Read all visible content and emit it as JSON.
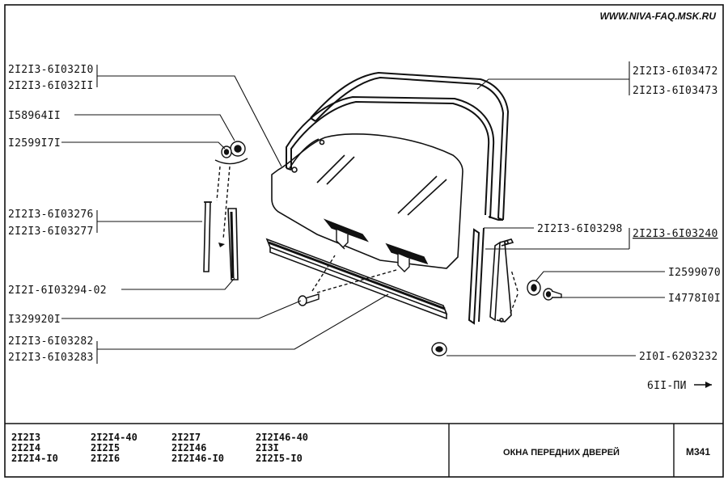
{
  "header": {
    "site": "WWW.NIVA-FAQ.MSK.RU"
  },
  "parts": {
    "glass_a": "2I2I3-6I032I0",
    "glass_b": "2I2I3-6I032II",
    "nut": "I58964II",
    "washer": "I2599I7I",
    "guide_a": "2I2I3-6I03276",
    "guide_b": "2I2I3-6I03277",
    "guide_seal": "2I2I-6I03294-02",
    "bolt": "I329920I",
    "channel_a": "2I2I3-6I03282",
    "channel_b": "2I2I3-6I03283",
    "seal_a": "2I2I3-6I03472",
    "seal_b": "2I2I3-6I03473",
    "rear_guide": "2I2I3-6I03298",
    "rear_assembly": "2I2I3-6I03240",
    "rear_washer": "I2599070",
    "rear_bolt": "I4778I0I",
    "plug": "2I0I-6203232",
    "ref_arrow": "6II-ПИ"
  },
  "footer": {
    "models": [
      [
        "2I2I3",
        "2I2I4",
        "2I2I4-I0"
      ],
      [
        "2I2I4-40",
        "2I2I5",
        "2I2I6"
      ],
      [
        "2I2I7",
        "2I2I46",
        "2I2I46-I0"
      ],
      [
        "2I2I46-40",
        "2I3I",
        "2I2I5-I0"
      ]
    ],
    "title": "ОКНА ПЕРЕДНИХ ДВЕРЕЙ",
    "code": "M341"
  }
}
